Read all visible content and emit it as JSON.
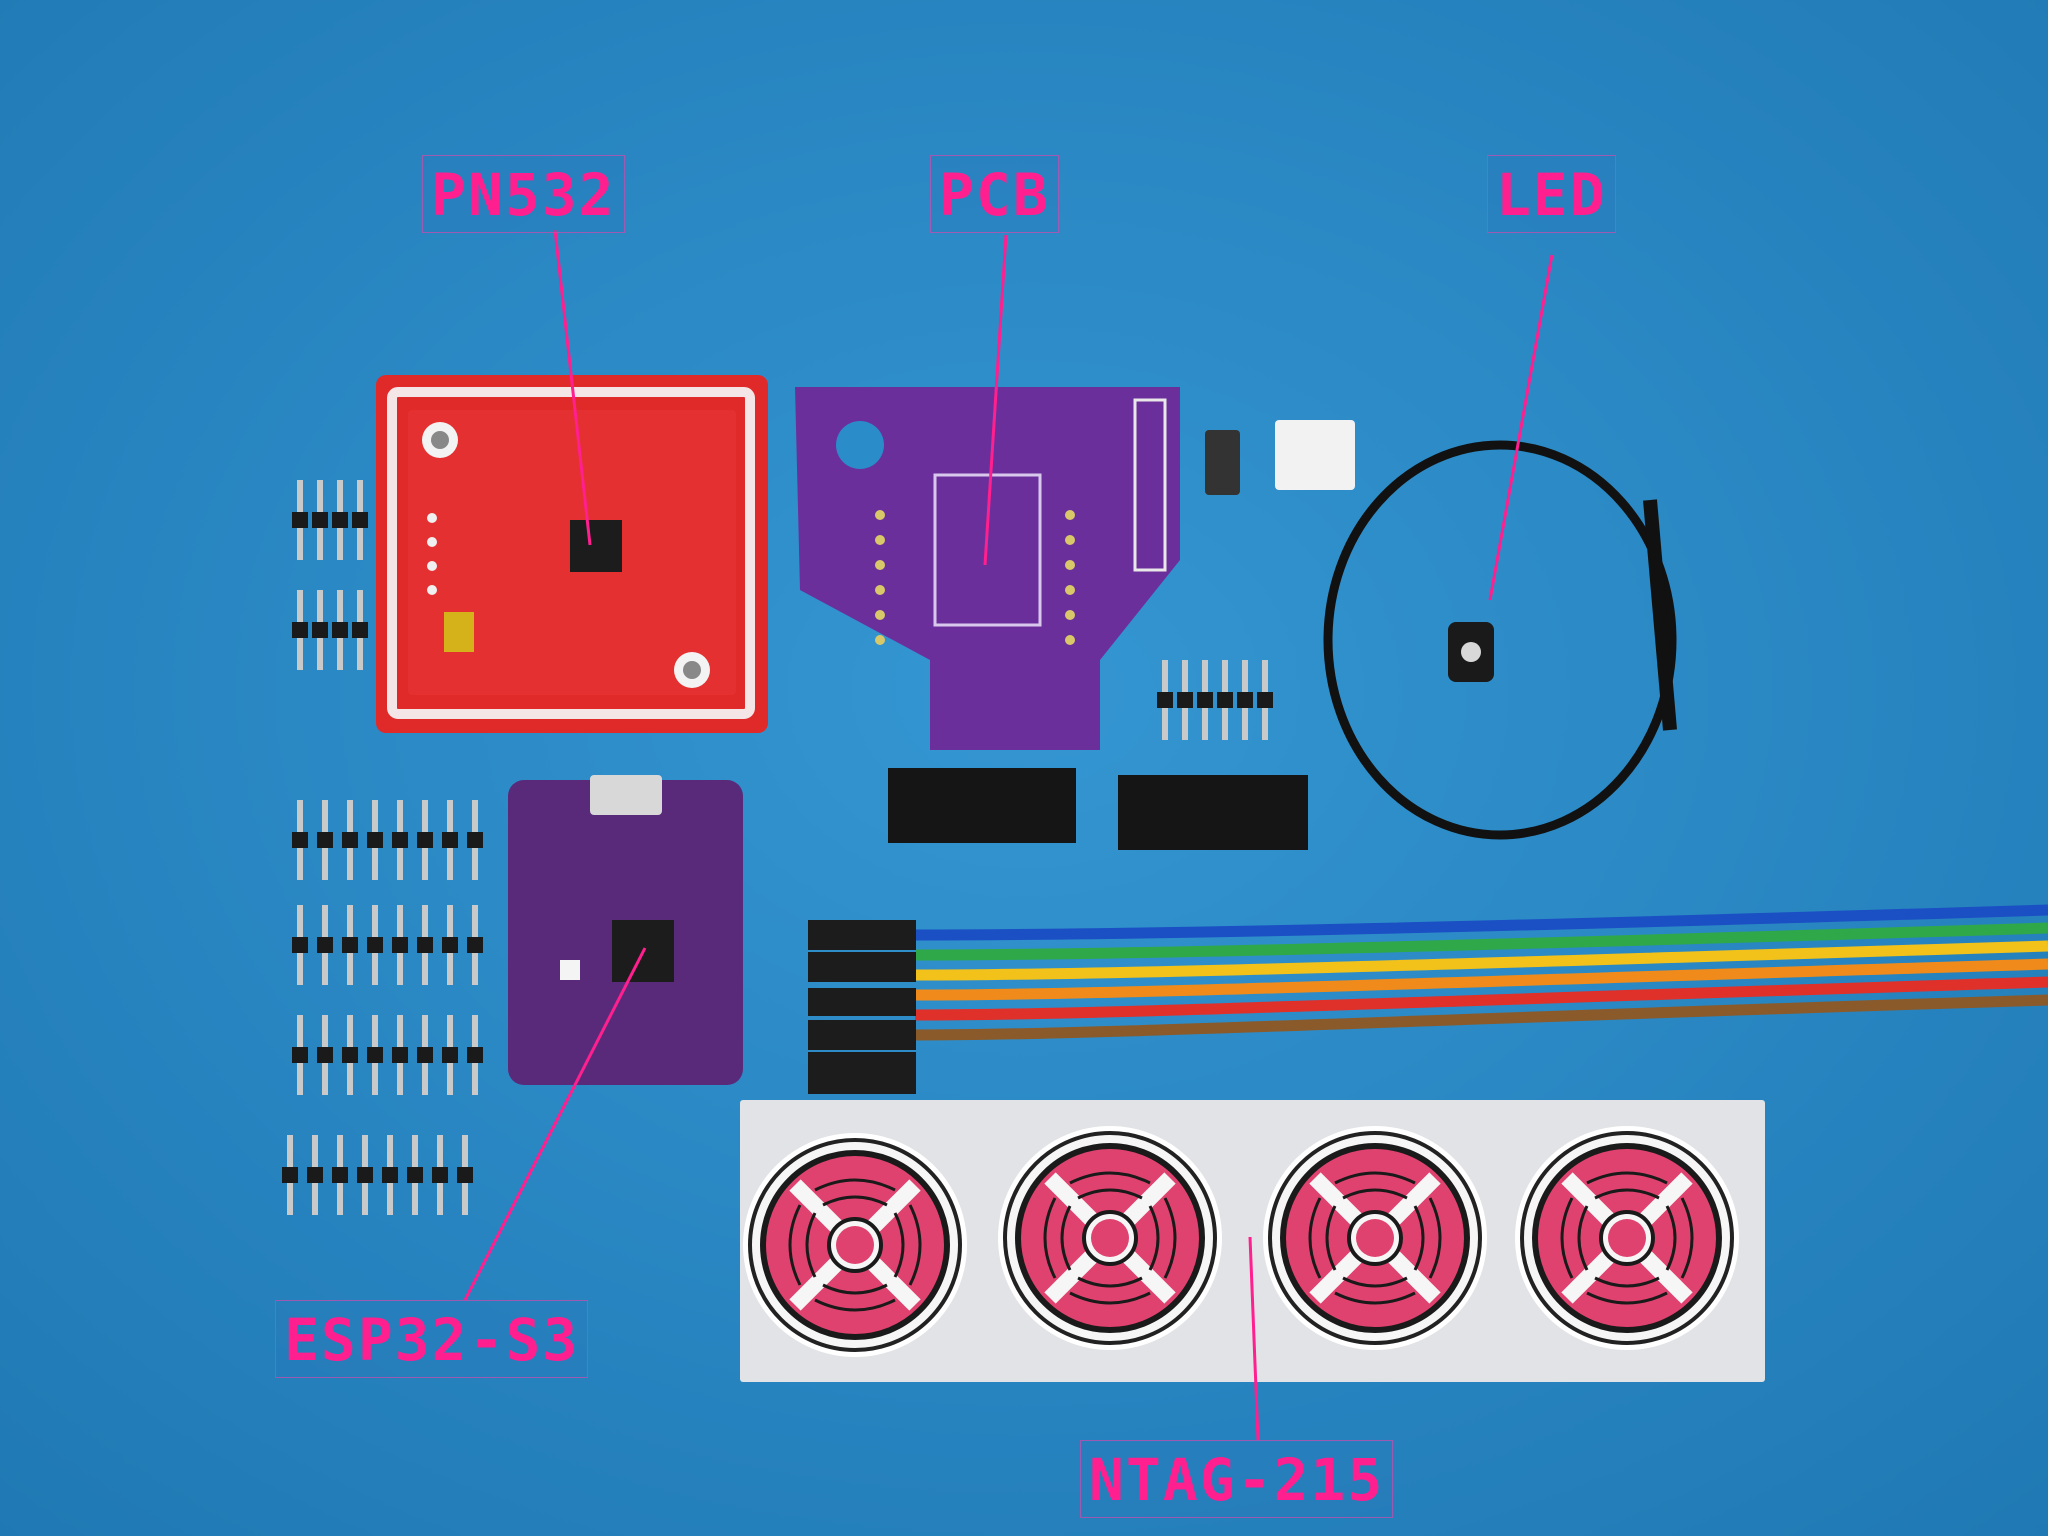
{
  "labels": {
    "pn532": "PN532",
    "pcb": "PCB",
    "led": "LED",
    "esp32": "ESP32-S3",
    "ntag": "NTAG-215"
  },
  "colors": {
    "background": "#2a8cc9",
    "label": "#ff1f8e",
    "pn532_board": "#e02a2a",
    "pcb_board": "#6b2f9c",
    "esp32_board": "#5a2a7a",
    "tag_pink": "#e0426f",
    "wire_colors": [
      "#1b4fc4",
      "#2fa84a",
      "#f2c21b",
      "#f08a1a",
      "#e0302a",
      "#8a5a2a"
    ]
  }
}
